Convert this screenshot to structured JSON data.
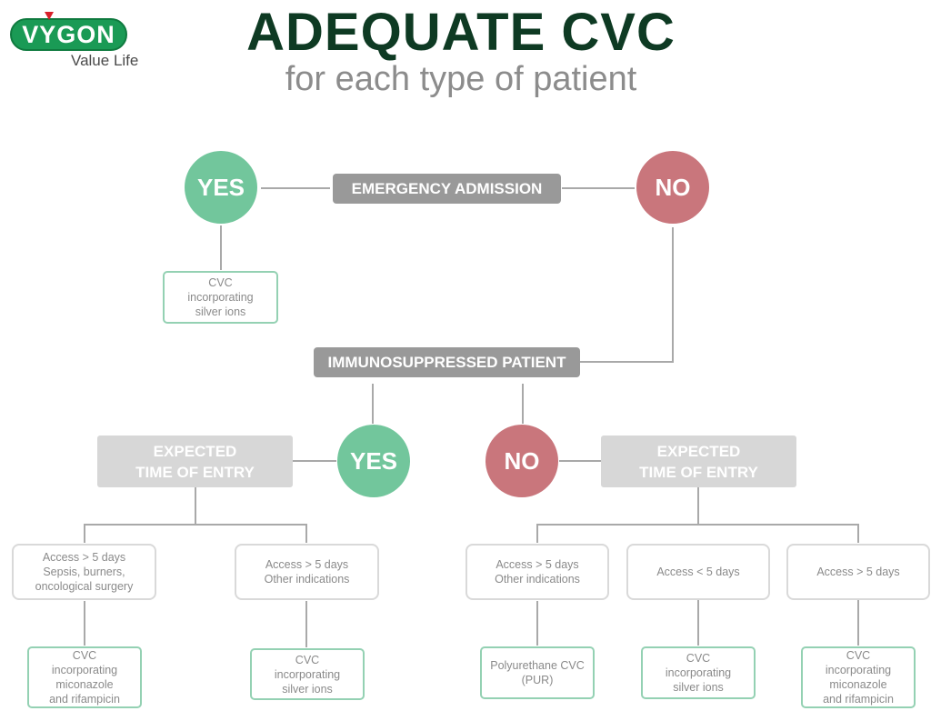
{
  "brand": {
    "logo_text": "VYGON",
    "tagline": "Value Life",
    "logo_color": "#1a9a55",
    "accent_color": "#d8202a"
  },
  "header": {
    "title": "ADEQUATE CVC",
    "subtitle": "for each type of patient"
  },
  "colors": {
    "yes": "#72c69c",
    "no": "#c9767c",
    "banner": "#999999",
    "light_banner": "#d7d7d7",
    "result_border": "#94d1b3",
    "box_border": "#d9d9d9"
  },
  "emergency": {
    "question": "EMERGENCY ADMISSION",
    "yes_label": "YES",
    "no_label": "NO",
    "yes_result": [
      "CVC",
      "incorporating",
      "silver ions"
    ]
  },
  "immuno": {
    "question": "IMMUNOSUPPRESSED PATIENT",
    "yes_label": "YES",
    "no_label": "NO"
  },
  "left_branch": {
    "title": [
      "EXPECTED",
      "TIME OF ENTRY"
    ],
    "conditions": [
      {
        "lines": [
          "Access > 5 days",
          "Sepsis, burners,",
          "oncological surgery"
        ],
        "result": [
          "CVC",
          "incorporating",
          "miconazole",
          "and rifampicin"
        ]
      },
      {
        "lines": [
          "Access > 5 days",
          "Other indications"
        ],
        "result": [
          "CVC",
          "incorporating",
          "silver ions"
        ]
      }
    ]
  },
  "right_branch": {
    "title": [
      "EXPECTED",
      "TIME OF ENTRY"
    ],
    "conditions": [
      {
        "lines": [
          "Access > 5 days",
          "Other indications"
        ],
        "result": [
          "Polyurethane CVC",
          "(PUR)"
        ]
      },
      {
        "lines": [
          "Access < 5 days"
        ],
        "result": [
          "CVC",
          "incorporating",
          "silver ions"
        ]
      },
      {
        "lines": [
          "Access > 5 days"
        ],
        "result": [
          "CVC",
          "incorporating",
          "miconazole",
          "and rifampicin"
        ]
      }
    ]
  }
}
